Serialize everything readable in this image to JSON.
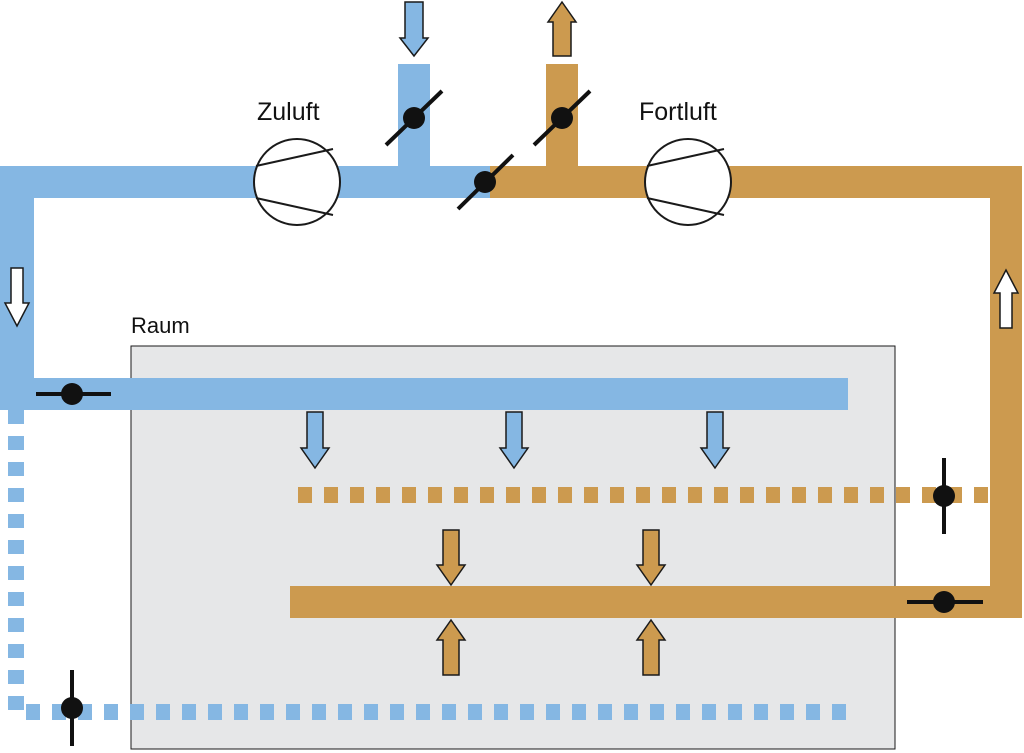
{
  "labels": {
    "supply": "Zuluft",
    "exhaust": "Fortluft",
    "room": "Raum"
  },
  "colors": {
    "supply_blue": "#85b7e3",
    "exhaust_ochre": "#cc9a4f",
    "room_fill": "#e6e7e8",
    "outline": "#1a1a1a",
    "background": "#ffffff"
  },
  "icons": {
    "fan": "fan-icon",
    "damper": "damper-icon",
    "valve": "valve-icon",
    "flow_arrow": "arrow-icon"
  }
}
